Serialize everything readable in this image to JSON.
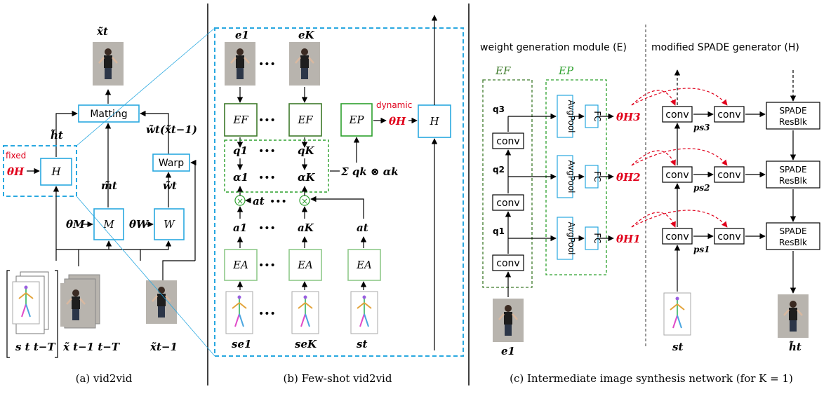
{
  "colors": {
    "blue": "#29a8e0",
    "dgreen": "#3d7a2a",
    "green": "#2ca02c",
    "lgreen": "#8fc98a",
    "red": "#e0001b"
  },
  "captions": {
    "a": "(a) vid2vid",
    "b": "(b) Few-shot vid2vid",
    "c": "(c) Intermediate image synthesis network (for K = 1)"
  },
  "panel_a": {
    "x_t_tilde": "x̃t",
    "matting": "Matting",
    "h_t": "h̃t",
    "w_t_x": "w̃t(x̃t−1)",
    "fixed": "fixed",
    "theta_H": "θH",
    "H": "H",
    "warp": "Warp",
    "m_t": "m̃t",
    "w_t": "w̃t",
    "theta_M": "θM",
    "M": "M",
    "theta_W": "θW",
    "W": "W",
    "s_label": "s t t−T",
    "x_label": "x̃ t−1 t−T",
    "x_prev": "x̃t−1"
  },
  "panel_b": {
    "e1": "e1",
    "eK": "eK",
    "EF": "EF",
    "EP": "EP",
    "dynamic": "dynamic",
    "thetaH": "θH",
    "H": "H",
    "q1": "q1",
    "qK": "qK",
    "a1": "α1",
    "aK": "αK",
    "at": "at",
    "sum": "Σ qk ⊗ αk",
    "EA": "EA",
    "a1b": "a1",
    "aKb": "aK",
    "atb": "at",
    "se1": "se1",
    "seK": "seK",
    "st": "st",
    "dots": "•••"
  },
  "panel_c": {
    "title_E": "weight generation module (E)",
    "title_H": "modified SPADE generator (H)",
    "EF": "EF",
    "EP": "EP",
    "conv": "conv",
    "avgpool": "AvgPool",
    "fc": "FC",
    "q3": "q3",
    "q2": "q2",
    "q1": "q1",
    "th3": "θH3",
    "th2": "θH2",
    "th1": "θH1",
    "ps3": "ps3",
    "ps2": "ps2",
    "ps1": "ps1",
    "spade": "SPADE",
    "resblk": "ResBlk",
    "e1": "e1",
    "st": "st",
    "ht": "h̃t"
  }
}
